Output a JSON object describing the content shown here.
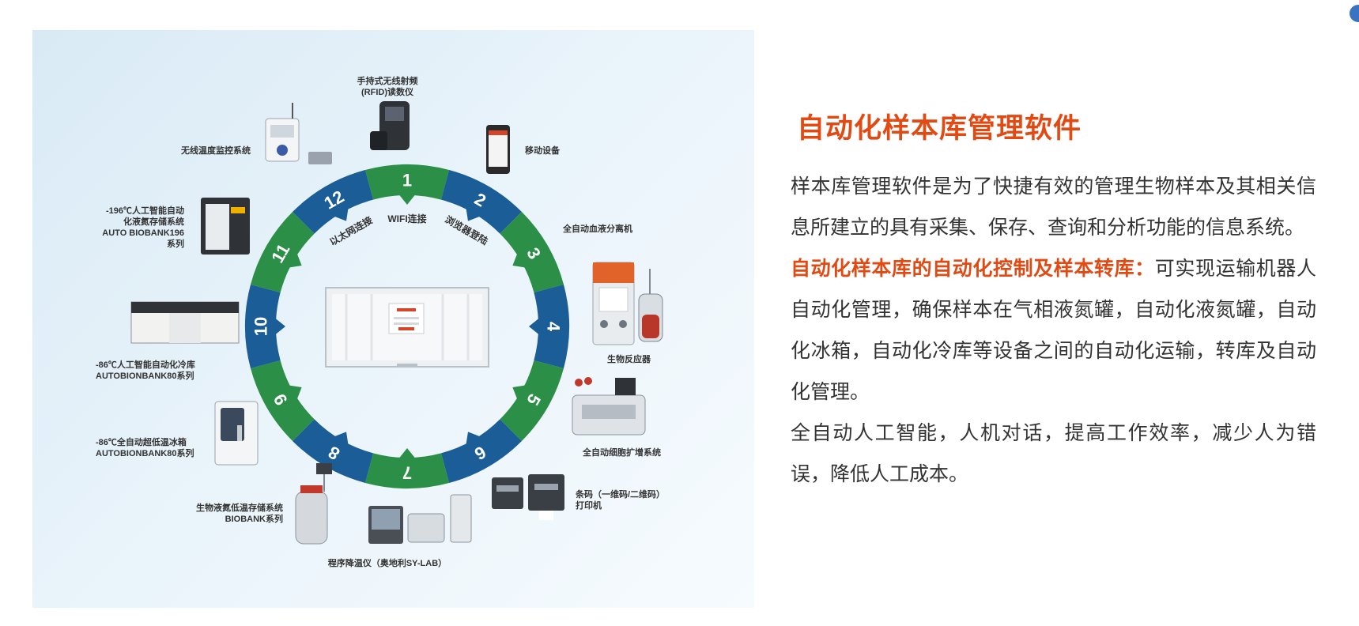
{
  "diagram": {
    "wifi_label": "WIFI连接",
    "ethernet_label": "以太网连接",
    "browser_label": "浏览器登陆",
    "segments": [
      {
        "number": "1",
        "color": "#2b8f47"
      },
      {
        "number": "2",
        "color": "#1b5d96"
      },
      {
        "number": "3",
        "color": "#2b8f47"
      },
      {
        "number": "4",
        "color": "#1b5d96"
      },
      {
        "number": "5",
        "color": "#2b8f47"
      },
      {
        "number": "6",
        "color": "#1b5d96"
      },
      {
        "number": "7",
        "color": "#2b8f47"
      },
      {
        "number": "8",
        "color": "#1b5d96"
      },
      {
        "number": "9",
        "color": "#2b8f47"
      },
      {
        "number": "10",
        "color": "#1b5d96"
      },
      {
        "number": "11",
        "color": "#2b8f47"
      },
      {
        "number": "12",
        "color": "#1b5d96"
      }
    ],
    "devices": [
      {
        "lines": [
          "手持式无线射频",
          "(RFID)读数仪"
        ]
      },
      {
        "lines": [
          "移动设备"
        ]
      },
      {
        "lines": [
          "全自动血液分离机"
        ]
      },
      {
        "lines": [
          "生物反应器"
        ]
      },
      {
        "lines": [
          "全自动细胞扩增系统"
        ]
      },
      {
        "lines": [
          "条码（一维码/二维码）",
          "打印机"
        ]
      },
      {
        "lines": [
          "程序降温仪（奥地利SY-LAB）"
        ]
      },
      {
        "lines": [
          "生物液氮低温存储系统",
          "BIOBANK系列"
        ]
      },
      {
        "lines": [
          "-86℃全自动超低温冰箱",
          "AUTOBIONBANK80系列"
        ]
      },
      {
        "lines": [
          "-86℃人工智能自动化冷库",
          "AUTOBIONBANK80系列"
        ]
      },
      {
        "lines": [
          "-196℃人工智能自动",
          "化液氮存储系统",
          "AUTO BIOBANK196",
          "系列"
        ]
      },
      {
        "lines": [
          "无线温度监控系统"
        ]
      }
    ]
  },
  "article": {
    "title": "自动化样本库管理软件",
    "para1": "样本库管理软件是为了快捷有效的管理生物样本及其相关信息所建立的具有采集、保存、查询和分析功能的信息系统。",
    "para2_highlight": "自动化样本库的自动化控制及样本转库：",
    "para2_text": "可实现运输机器人自动化管理，确保样本在气相液氮罐，自动化液氮罐，自动化冰箱，自动化冷库等设备之间的自动化运输，转库及自动化管理。",
    "para3": "全自动人工智能，人机对话，提高工作效率，减少人为错误，降低人工成本。"
  }
}
